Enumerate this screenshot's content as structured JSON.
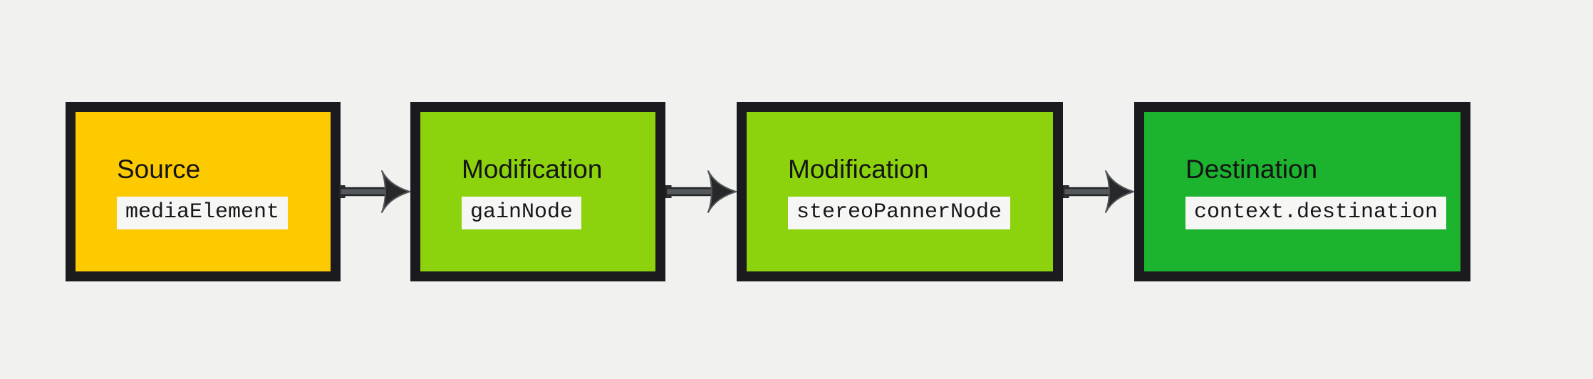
{
  "diagram": {
    "background_color": "#f1f1f0",
    "border_color": "#1b1a1f",
    "badge_background": "#f6f6f4",
    "text_color": "#141414",
    "arrow_color": "#26282a",
    "nodes": [
      {
        "label": "Source",
        "code": "mediaElement",
        "fill": "#fdca00"
      },
      {
        "label": "Modification",
        "code": "gainNode",
        "fill": "#8cd30e"
      },
      {
        "label": "Modification",
        "code": "stereoPannerNode",
        "fill": "#8cd30e"
      },
      {
        "label": "Destination",
        "code": "context.destination",
        "fill": "#1cb32e"
      }
    ],
    "arrows": [
      {
        "name": "source-to-gain"
      },
      {
        "name": "gain-to-panner"
      },
      {
        "name": "panner-to-destination"
      }
    ]
  }
}
